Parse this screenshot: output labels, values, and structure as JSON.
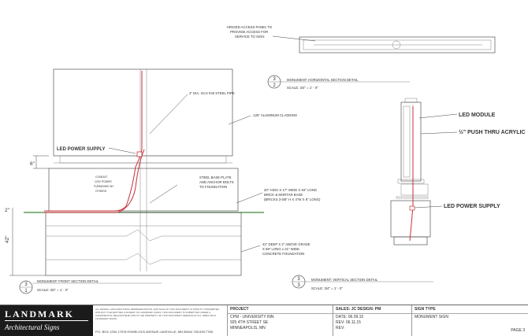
{
  "front_section": {
    "labels": {
      "pipe": "4\" DIA. SCH #40 STEEL PIPE",
      "cladding": ".125\" ALUMINUM CLADDING",
      "led_power_supply": "LED POWER SUPPLY",
      "conduit": [
        "CONDUIT",
        "120V POWER",
        "FURNISHED BY",
        "OTHERS"
      ],
      "base_plate": [
        "STEEL BASE PLATE",
        "AND ANCHOR BOLTS",
        "TO FOUNDATION"
      ],
      "brick_base": [
        "20\" HIGH X 17\" WIDE X 94\" LONG",
        "BRICK & MORTAR BASE",
        "(BRICKS 3-5/8\" H X 4\"W X 8\" LONG)"
      ],
      "foundation": [
        "42\" DEEP X 2\" ABOVE GRADE",
        "X 98\" LONG x 21\" WIDE",
        "CONCRETE FOUNDATION"
      ]
    },
    "dims": {
      "d6": "6\"",
      "d2": "2\"",
      "d42": "42\""
    },
    "tag": {
      "top": "3",
      "bottom": "1"
    },
    "title": "MONUMENT: FRONT SECTION DETAIL",
    "scale": "SCALE: 3/4\" = 1' - 0\""
  },
  "horizontal_section": {
    "note": [
      "HINGED ACCESS PANEL TO",
      "PROVIDE ACCESS FOR",
      "SERVICE TO SIGN"
    ],
    "tag": {
      "top": "3",
      "bottom": "2"
    },
    "title": "MONUMENT: HORIZONTAL SECTION DETAIL",
    "scale": "SCALE: 3/4\" = 1' - 0\""
  },
  "vertical_section": {
    "labels": {
      "led_module": "LED MODULE",
      "acrylic": "½\" PUSH THRU ACRYLIC",
      "led_power_supply": "LED POWER SUPPLY"
    },
    "tag": {
      "top": "3",
      "bottom": "3"
    },
    "title": "MONUMENT: VERTICAL SECTION DETAIL",
    "scale": "SCALE: 3/4\" = 1' - 0\""
  },
  "title_block": {
    "logo_word": "LANDMARK",
    "logo_sub": "Architectural Signs",
    "legal": "ALL DESIGN, ARCHITECTURAL REPRESENTATION, AND SALE OF THIS DOCUMENT IS STRICTLY PROHIBITED WITHOUT THE WRITTEN CONSENT OF LANDMARK SIGNS. THIS DOCUMENT IS SUBMITTED UNDER A CONFIDENTIAL RELATIONSHIP AND IS THE PROPERTY OF THIS DOCUMENT REMAINS AT ALL TIMES WITH LANDMARK SIGNS.",
    "address": "P.O. BOX 1254  17578 HOMELOCK AVENUE LAKEVILLE, MN 55044 763.639.7768",
    "project_label": "PROJECT",
    "project_lines": [
      "CPM - UNIVERSITY INN",
      "925 4TH STREET SE",
      "MINNEAPOLIS, MN"
    ],
    "sales_line": "SALES: JC    DESIGN: PM",
    "date_line": "DATE:  06.09.15",
    "rev1": "REV:    06.11.15",
    "rev2": "REV:",
    "sign_type_label": "SIGN TYPE",
    "sign_type": "MONUMENT SIGN",
    "page": "PAGE 3"
  }
}
